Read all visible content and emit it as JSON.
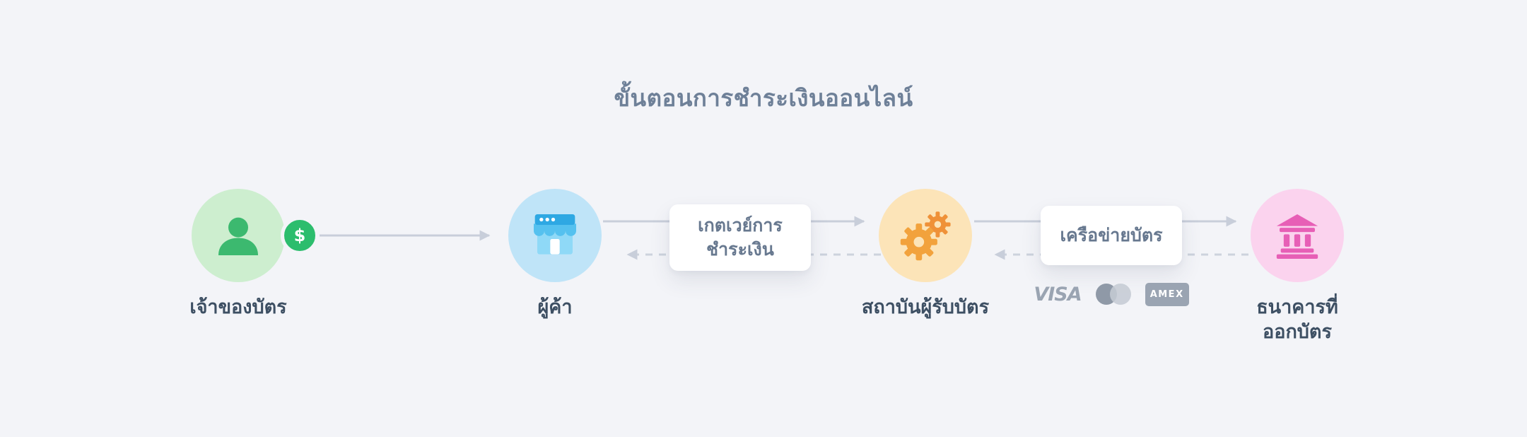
{
  "title": "ขั้นตอนการชำระเงินออนไลน์",
  "nodes": {
    "cardholder": {
      "label": "เจ้าของบัตร",
      "badge": "$"
    },
    "merchant": {
      "label": "ผู้ค้า"
    },
    "acquirer": {
      "label": "สถาบันผู้รับบัตร"
    },
    "issuer": {
      "label": "ธนาคารที่\nออกบัตร"
    }
  },
  "connectors": {
    "gateway": {
      "label": "เกตเวย์การ\nชำระเงิน"
    },
    "network": {
      "label": "เครือข่ายบัตร"
    }
  },
  "card_logos": {
    "visa": "VISA",
    "amex": "AMEX"
  },
  "colors": {
    "background": "#f3f4f8",
    "title": "#6e8098",
    "node_label": "#3d4f63",
    "arrow": "#c8ceda",
    "box_text": "#67788f",
    "cardholder_bg": "#cdeecf",
    "cardholder_icon": "#3cb96f",
    "dollar_badge": "#2cbd6d",
    "merchant_bg": "#bfe4f8",
    "merchant_icon": "#45b5ea",
    "acquirer_bg": "#fce4b8",
    "acquirer_icon": "#f2a23c",
    "issuer_bg": "#fbd3ee",
    "issuer_icon": "#e75fb6",
    "card_logo_gray": "#9aa4b2"
  }
}
